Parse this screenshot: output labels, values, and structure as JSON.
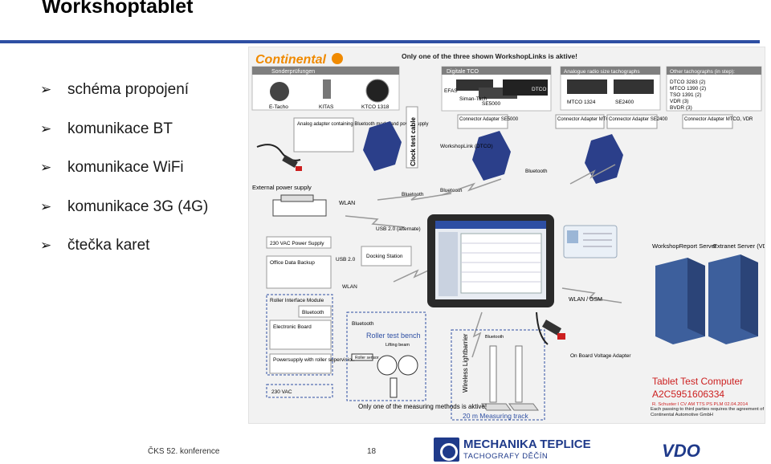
{
  "slide": {
    "title": "Workshoptablet",
    "bullets": [
      "schéma propojení",
      "komunikace BT",
      "komunikace WiFi",
      "komunikace 3G (4G)",
      "čtečka karet"
    ]
  },
  "diagram": {
    "brand": "Continental",
    "header_note": "Only one of the three shown WorkshopLinks is aktive!",
    "sonder_title": "Sonderprüfungen",
    "sonder_items": [
      "E-Tacho",
      "KITAS",
      "KTCO 1318"
    ],
    "digital_title": "Digitale TCO",
    "digital_items": [
      "EFAS",
      "Siman-Tach",
      "SE5000",
      "DTCO"
    ],
    "analogue_title": "Analogue radio size tachographs",
    "analogue_items": [
      "MTCO 1324",
      "SE2400"
    ],
    "other_title": "Other tachographs (in step):",
    "other_items": [
      "DTCO 3283 (2)",
      "MTCO 1390 (2)",
      "TSO 1391 (2)",
      "VDR (3)",
      "BVDR (3)"
    ],
    "connector_se5000": "Connector Adapter SE5000",
    "connector_mtco": "Connector Adapter MTCO",
    "connector_se2400": "Connector Adapter SE2400",
    "connector_mtco_vdr": "Connector Adapter MTCO, VDR",
    "analog_adapter": "Analog adapter containing Bluetooth modul and power supply",
    "clock_test_cable": "Clock test cable",
    "workshoplink": "WorkshopLink (DTCO)",
    "bluetooth": "Bluetooth",
    "external_power": "External power supply",
    "wlan": "WLAN",
    "power_supply_230": "230 VAC Power Supply",
    "usb_alt": "USB 2.0 (alternate)",
    "usb": "USB 2.0",
    "docking_station": "Docking Station",
    "office_backup": "Office Data Backup",
    "workshop_report": "WorkshopReport Server",
    "extranet_server": "Extranet Server (VDO/RSO/ND)",
    "roller_module": "Roller Interface Module",
    "electronic_board": "Electronic Board",
    "power_supervision": "Powersupply with roller supervision",
    "vac_230": "230 VAC",
    "roller_test_bench": "Roller test bench",
    "lifting_beam": "Lifting beam",
    "roller_sensor": "Roller sensor",
    "wlan_gsm": "WLAN / GSM",
    "onboard_adapter": "On Board Voltage Adapter",
    "wireless_lightbarrier": "Wireless Lightbarrier",
    "measuring_track": "20 m Measuring track",
    "bottom_note": "Only one of the measuring methods is aktive!",
    "tablet_title": "Tablet Test Computer",
    "tablet_number": "A2C5951606334",
    "tablet_author": "R. Schuster I CV AM TTS PS PLM 02.04.2014",
    "tablet_note": "Each passing to third parties requires the agreement of Continental Automotive GmbH"
  },
  "footer": {
    "conference": "ČKS 52. konference",
    "page": "18",
    "company": "MECHANIKA TEPLICE",
    "company_sub": "TACHOGRAFY DĚČÍN",
    "vdo": "VDO"
  },
  "colors": {
    "accent": "#2e4fa3",
    "orange": "#f08a00",
    "red": "#cc1f1f",
    "server_blue": "#3d5f9c",
    "header_gray": "#7f7f7f"
  }
}
